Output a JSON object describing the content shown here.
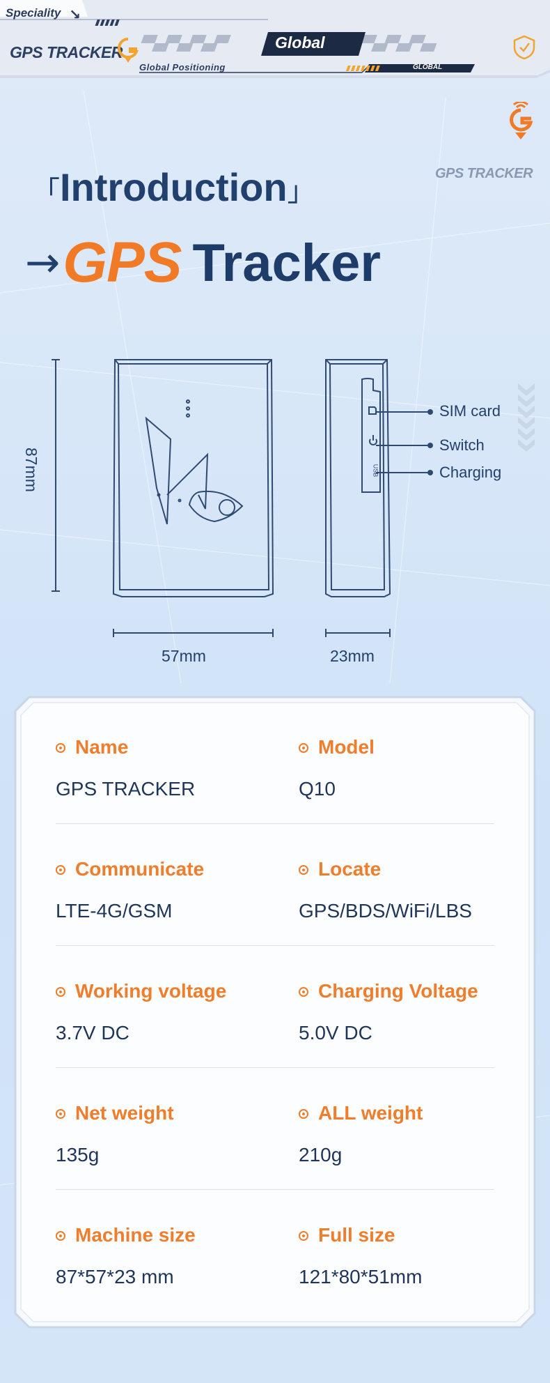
{
  "header": {
    "speciality": "Speciality",
    "logo_text": "GPS TRACKER",
    "banner": "Global",
    "subtitle": "Global Positioning",
    "small_tag": "GLOBAL",
    "icons": [
      "shield-icon",
      "g-location-icon"
    ]
  },
  "intro": {
    "title": "Introduction",
    "corner_logo": "GPS TRACKER",
    "headline_gps": "GPS",
    "headline_rest": "Tracker"
  },
  "diagram": {
    "height_label": "87mm",
    "width_label": "57mm",
    "depth_label": "23mm",
    "ports": {
      "sim": "SIM card",
      "switch": "Switch",
      "charging": "Charging"
    },
    "usb_text": "USB"
  },
  "specs": [
    {
      "left": {
        "label": "Name",
        "value": "GPS TRACKER"
      },
      "right": {
        "label": "Model",
        "value": "Q10"
      }
    },
    {
      "left": {
        "label": "Communicate",
        "value": "LTE-4G/GSM"
      },
      "right": {
        "label": "Locate",
        "value": "GPS/BDS/WiFi/LBS"
      }
    },
    {
      "left": {
        "label": "Working voltage",
        "value": "3.7V DC"
      },
      "right": {
        "label": "Charging Voltage",
        "value": "5.0V DC"
      }
    },
    {
      "left": {
        "label": "Net weight",
        "value": "135g"
      },
      "right": {
        "label": "ALL weight",
        "value": "210g"
      }
    },
    {
      "left": {
        "label": "Machine size",
        "value": "87*57*23 mm"
      },
      "right": {
        "label": "Full size",
        "value": "121*80*51mm"
      }
    }
  ],
  "colors": {
    "accent": "#ef7d2c",
    "navy": "#1f3559",
    "line": "#2f4a72"
  }
}
